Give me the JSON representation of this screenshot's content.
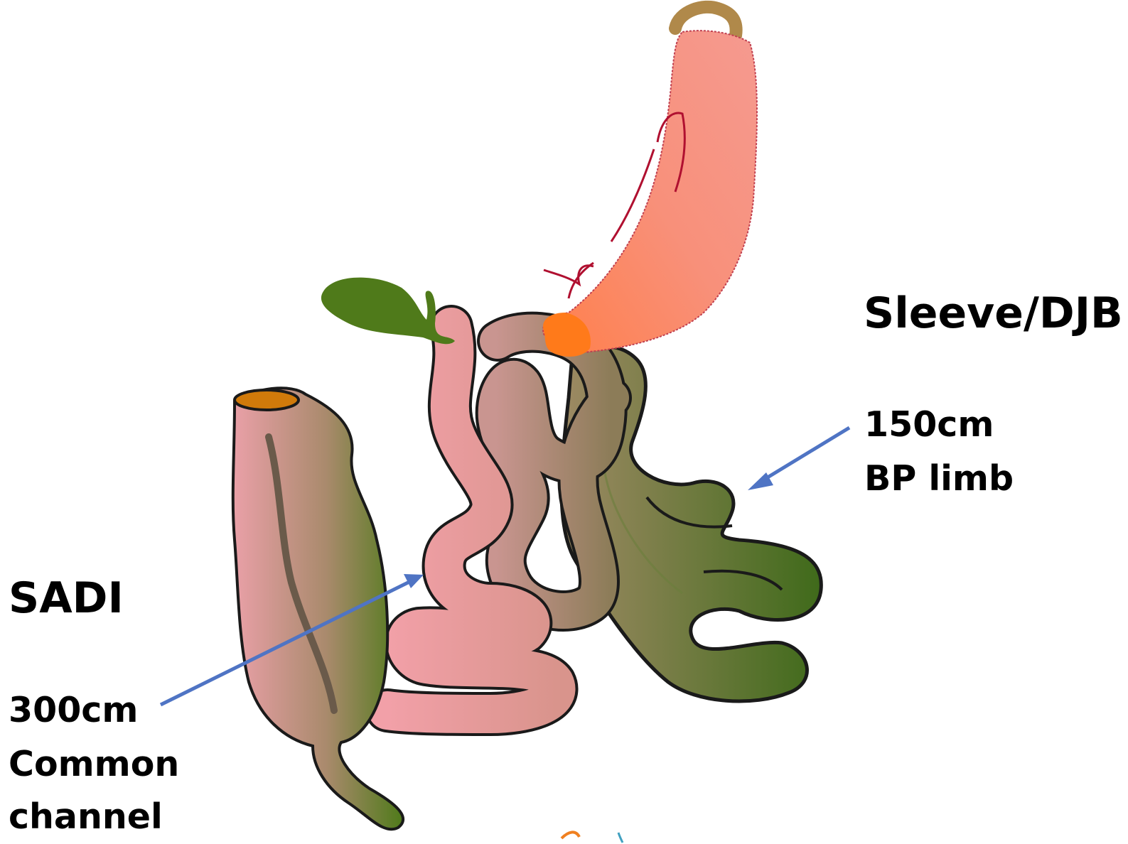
{
  "labels": {
    "sleeve_djb": "Sleeve/DJB",
    "bp_length": "150cm",
    "bp_limb": "BP limb",
    "sadi": "SADI",
    "common_length": "300cm",
    "common_line1": "Common",
    "common_line2": "channel"
  },
  "colors": {
    "stomach": "#f6917e",
    "antrum": "#ff7a20",
    "bowel_pink": "#e8969a",
    "bowel_brown": "#a58a6a",
    "bowel_green": "#5a7a2a",
    "gallbladder": "#4f7a1a",
    "outline": "#1a1a1a",
    "arrow": "#4f74c4",
    "vessel": "#b01030",
    "esophagus": "#b0894a"
  },
  "icons": [
    "stomach-illustration",
    "gallbladder-illustration",
    "small-bowel-illustration",
    "cecum-illustration",
    "arrow-icon"
  ]
}
